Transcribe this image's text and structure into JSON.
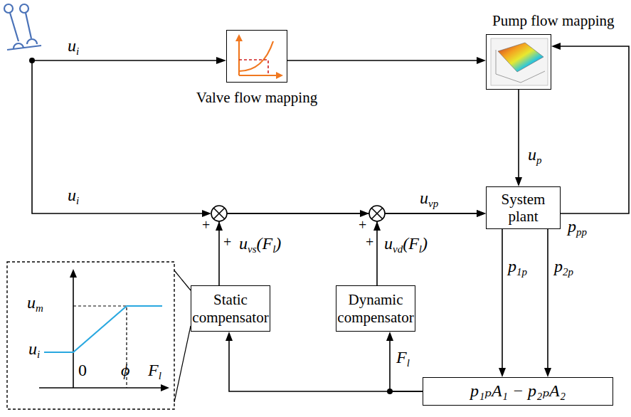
{
  "diagram": {
    "nodes": [
      {
        "text": [
          "Pump flow mapping"
        ]
      },
      {
        "text": [
          "Valve flow mapping"
        ]
      },
      {
        "text": [
          "System plant"
        ]
      },
      {
        "text": [
          "Static compensator"
        ]
      },
      {
        "text": [
          "Dynamic compensator"
        ]
      },
      {
        "text": [
          "p₁ₚA₁ − p₂ₚA₂"
        ]
      }
    ],
    "edges": [
      {
        "from": 1,
        "to": 0,
        "arrow": "to"
      },
      {
        "from": 0,
        "to": 2,
        "arrow": "to"
      },
      {
        "from": 2,
        "to": 0,
        "arrow": "to"
      },
      {
        "from": 2,
        "to": 5,
        "arrow": "to"
      },
      {
        "from": 2,
        "to": 5,
        "arrow": "to"
      },
      {
        "from": 5,
        "to": 4,
        "arrow": "to"
      },
      {
        "from": 5,
        "to": 3,
        "arrow": "to"
      },
      {
        "from": 3,
        "to": 2,
        "arrow": "to"
      },
      {
        "from": 4,
        "to": 2,
        "arrow": "to"
      }
    ],
    "labels": [
      "u",
      "i",
      "u",
      "i",
      "+",
      "+",
      "u",
      "vs",
      "(F",
      "l",
      ")",
      "+",
      "+",
      "u",
      "vd",
      "(F",
      "l",
      ")",
      "u",
      "vp",
      "u",
      "p",
      "p",
      "pp",
      "p",
      "1p",
      "p",
      "2p",
      "F",
      "l",
      "u",
      "m",
      "u",
      "i",
      "0",
      "ϕ",
      "F",
      "l"
    ]
  }
}
